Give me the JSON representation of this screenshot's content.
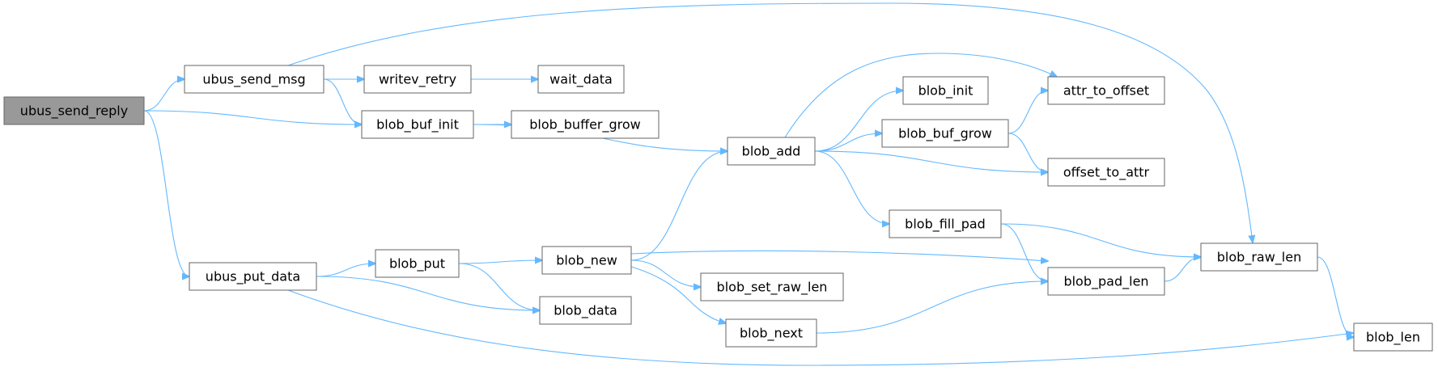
{
  "graph": {
    "colors": {
      "edge": "#63b8ff",
      "node_border": "#666666",
      "root_fill": "#999999",
      "node_fill": "#ffffff"
    },
    "nodes": [
      {
        "id": "ubus_send_reply",
        "label": "ubus_send_reply",
        "root": true
      },
      {
        "id": "ubus_send_msg",
        "label": "ubus_send_msg"
      },
      {
        "id": "writev_retry",
        "label": "writev_retry"
      },
      {
        "id": "wait_data",
        "label": "wait_data"
      },
      {
        "id": "blob_buf_init",
        "label": "blob_buf_init"
      },
      {
        "id": "blob_buffer_grow",
        "label": "blob_buffer_grow"
      },
      {
        "id": "ubus_put_data",
        "label": "ubus_put_data"
      },
      {
        "id": "blob_put",
        "label": "blob_put"
      },
      {
        "id": "blob_new",
        "label": "blob_new"
      },
      {
        "id": "blob_data",
        "label": "blob_data"
      },
      {
        "id": "blob_add",
        "label": "blob_add"
      },
      {
        "id": "blob_init",
        "label": "blob_init"
      },
      {
        "id": "blob_buf_grow",
        "label": "blob_buf_grow"
      },
      {
        "id": "blob_fill_pad",
        "label": "blob_fill_pad"
      },
      {
        "id": "blob_set_raw_len",
        "label": "blob_set_raw_len"
      },
      {
        "id": "blob_next",
        "label": "blob_next"
      },
      {
        "id": "attr_to_offset",
        "label": "attr_to_offset"
      },
      {
        "id": "offset_to_attr",
        "label": "offset_to_attr"
      },
      {
        "id": "blob_pad_len",
        "label": "blob_pad_len"
      },
      {
        "id": "blob_raw_len",
        "label": "blob_raw_len"
      },
      {
        "id": "blob_len",
        "label": "blob_len"
      }
    ],
    "edges": [
      {
        "from": "ubus_send_reply",
        "to": "ubus_send_msg"
      },
      {
        "from": "ubus_send_reply",
        "to": "blob_buf_init"
      },
      {
        "from": "ubus_send_reply",
        "to": "ubus_put_data"
      },
      {
        "from": "ubus_send_msg",
        "to": "writev_retry"
      },
      {
        "from": "ubus_send_msg",
        "to": "blob_buf_init"
      },
      {
        "from": "ubus_send_msg",
        "to": "blob_raw_len"
      },
      {
        "from": "writev_retry",
        "to": "wait_data"
      },
      {
        "from": "blob_buf_init",
        "to": "blob_buffer_grow"
      },
      {
        "from": "blob_buf_init",
        "to": "blob_add"
      },
      {
        "from": "ubus_put_data",
        "to": "blob_put"
      },
      {
        "from": "ubus_put_data",
        "to": "blob_data"
      },
      {
        "from": "ubus_put_data",
        "to": "blob_len"
      },
      {
        "from": "blob_put",
        "to": "blob_new"
      },
      {
        "from": "blob_put",
        "to": "blob_data"
      },
      {
        "from": "blob_new",
        "to": "blob_add"
      },
      {
        "from": "blob_new",
        "to": "blob_pad_len"
      },
      {
        "from": "blob_new",
        "to": "blob_set_raw_len"
      },
      {
        "from": "blob_new",
        "to": "blob_next"
      },
      {
        "from": "blob_add",
        "to": "attr_to_offset"
      },
      {
        "from": "blob_add",
        "to": "blob_init"
      },
      {
        "from": "blob_add",
        "to": "blob_buf_grow"
      },
      {
        "from": "blob_add",
        "to": "offset_to_attr"
      },
      {
        "from": "blob_add",
        "to": "blob_fill_pad"
      },
      {
        "from": "blob_buf_grow",
        "to": "attr_to_offset"
      },
      {
        "from": "blob_buf_grow",
        "to": "offset_to_attr"
      },
      {
        "from": "blob_fill_pad",
        "to": "blob_raw_len"
      },
      {
        "from": "blob_fill_pad",
        "to": "blob_pad_len"
      },
      {
        "from": "blob_next",
        "to": "blob_pad_len"
      },
      {
        "from": "blob_pad_len",
        "to": "blob_raw_len"
      },
      {
        "from": "blob_raw_len",
        "to": "blob_len"
      }
    ]
  }
}
